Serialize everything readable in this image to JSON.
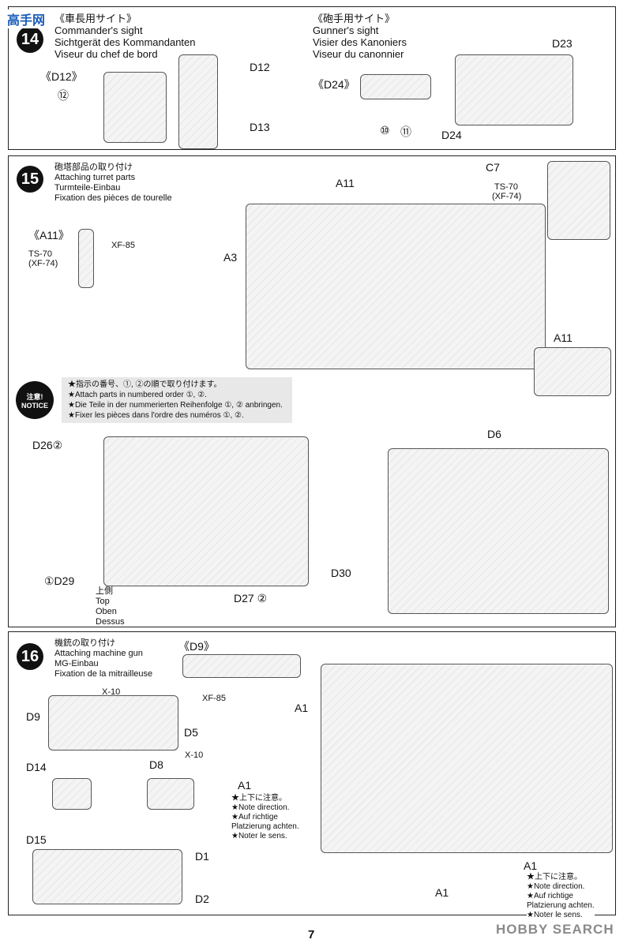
{
  "watermark_top": "高手网",
  "steps": [
    {
      "number": "14",
      "blocks": [
        {
          "lines": [
            "《車長用サイト》",
            "Commander's sight",
            "Sichtgerät des Kommandanten",
            "Viseur du chef de bord"
          ]
        },
        {
          "lines": [
            "《砲手用サイト》",
            "Gunner's sight",
            "Visier des Kanoniers",
            "Viseur du canonnier"
          ]
        }
      ],
      "labels": [
        "《D12》",
        "⑫",
        "D12",
        "D13",
        "《D24》",
        "⑩",
        "⑪",
        "D23",
        "D24"
      ]
    },
    {
      "number": "15",
      "lines": [
        "砲塔部品の取り付け",
        "Attaching turret parts",
        "Turmteile-Einbau",
        "Fixation des pièces de tourelle"
      ],
      "labels": [
        "《A11》",
        "XF-85",
        "TS-70",
        "(XF-74)",
        "A11",
        "C7",
        "TS-70",
        "(XF-74)",
        "A3",
        "A11",
        "D26②",
        "①D29",
        "上側",
        "Top",
        "Oben",
        "Dessus",
        "D27 ②",
        "D6",
        "D30"
      ],
      "notice": {
        "badge": [
          "注意!",
          "NOTICE"
        ],
        "lines": [
          "★指示の番号、①, ②の順で取り付けます。",
          "★Attach parts in numbered order ①, ②.",
          "★Die Teile in der nummerierten Reihenfolge ①, ② anbringen.",
          "★Fixer les pièces dans l'ordre des numéros ①, ②."
        ]
      }
    },
    {
      "number": "16",
      "lines": [
        "機銃の取り付け",
        "Attaching machine gun",
        "MG-Einbau",
        "Fixation de la mitrailleuse"
      ],
      "labels": [
        "《D9》",
        "X-10",
        "XF-85",
        "D9",
        "D5",
        "X-10",
        "D8",
        "D14",
        "D15",
        "D1",
        "D2",
        "A1",
        "A1",
        "A1",
        "A1"
      ],
      "note_left": [
        "★上下に注意。",
        "★Note direction.",
        "★Auf richtige",
        "Platzierung achten.",
        "★Noter le sens."
      ],
      "note_right": [
        "★上下に注意。",
        "★Note direction.",
        "★Auf richtige",
        "Platzierung achten.",
        "★Noter le sens."
      ]
    }
  ],
  "page_number": "7",
  "watermark_bottom": "HOBBY SEARCH"
}
